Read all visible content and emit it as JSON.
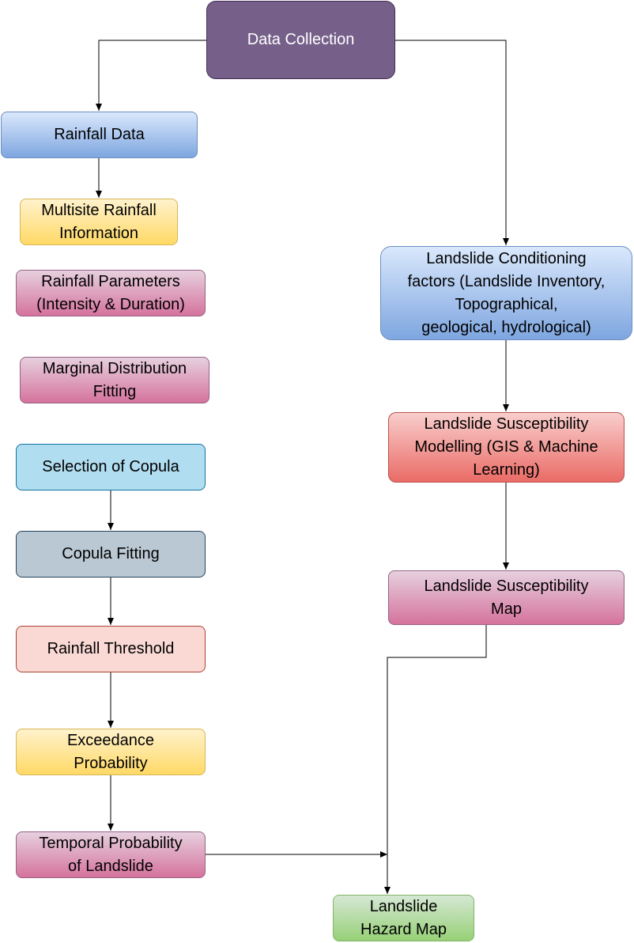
{
  "nodes": {
    "data_collection": [
      "Data Collection"
    ],
    "rainfall_data": [
      "Rainfall Data"
    ],
    "multisite": [
      "Multisite Rainfall",
      "Information"
    ],
    "rain_params": [
      "Rainfall Parameters",
      "(Intensity & Duration)"
    ],
    "marginal": [
      "Marginal Distribution",
      "Fitting"
    ],
    "selection_copula": [
      "Selection of Copula"
    ],
    "copula_fitting": [
      "Copula Fitting"
    ],
    "rain_threshold": [
      "Rainfall Threshold"
    ],
    "exceedance": [
      "Exceedance",
      "Probability"
    ],
    "temporal": [
      "Temporal Probability",
      "of Landslide"
    ],
    "conditioning": [
      "Landslide Conditioning",
      "factors (Landslide Inventory,",
      "Topographical,",
      "geological, hydrological)"
    ],
    "modelling": [
      "Landslide Susceptibility",
      "Modelling (GIS & Machine",
      "Learning)"
    ],
    "susc_map": [
      "Landslide Susceptibility",
      "Map"
    ],
    "hazard_map": [
      "Landslide",
      "Hazard Map"
    ]
  },
  "edges": [
    {
      "from": "data_collection",
      "to": "rainfall_data"
    },
    {
      "from": "data_collection",
      "to": "conditioning"
    },
    {
      "from": "rainfall_data",
      "to": "multisite"
    },
    {
      "from": "selection_copula",
      "to": "copula_fitting"
    },
    {
      "from": "copula_fitting",
      "to": "rain_threshold"
    },
    {
      "from": "rain_threshold",
      "to": "exceedance"
    },
    {
      "from": "exceedance",
      "to": "temporal"
    },
    {
      "from": "conditioning",
      "to": "modelling"
    },
    {
      "from": "modelling",
      "to": "susc_map"
    },
    {
      "from": "susc_map",
      "to": "hazard_map"
    },
    {
      "from": "temporal",
      "to": "hazard_map"
    }
  ],
  "colors": {
    "edge": "#000000"
  }
}
